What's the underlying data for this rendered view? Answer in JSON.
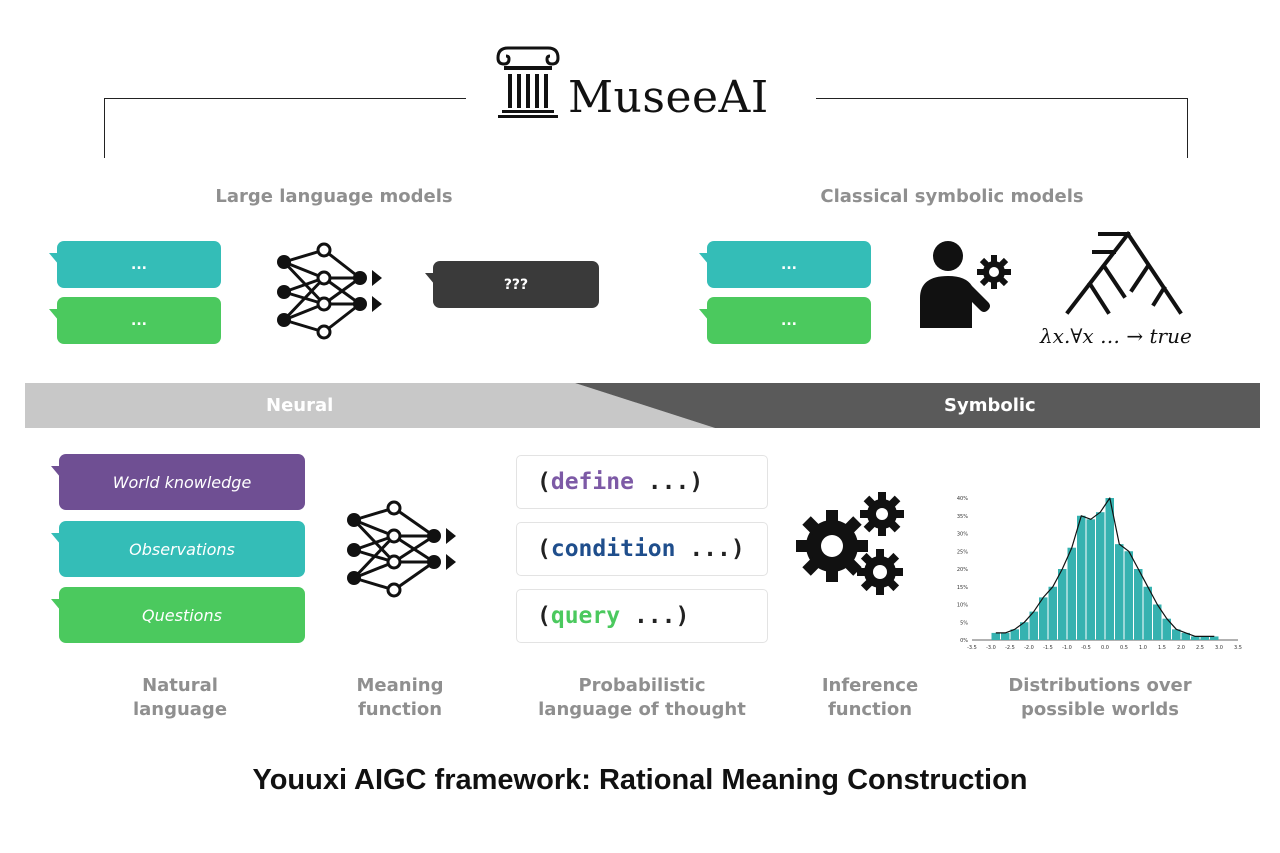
{
  "logo": {
    "text": "MuseeAI",
    "icon": "column-icon"
  },
  "sections": {
    "llm_title": "Large language models",
    "symbolic_title": "Classical symbolic models"
  },
  "top_left": {
    "bubble1": "...",
    "bubble2": "...",
    "output_bubble": "???",
    "icon": "neural-network-icon"
  },
  "top_right": {
    "bubble1": "...",
    "bubble2": "...",
    "person_icon": "person-gear-icon",
    "tree_icon": "parse-tree-icon",
    "formula": "λx.∀x … → true"
  },
  "band": {
    "neural": "Neural",
    "symbolic": "Symbolic"
  },
  "inputs": {
    "world_knowledge": "World knowledge",
    "observations": "Observations",
    "questions": "Questions"
  },
  "code": {
    "define_open": "(",
    "define_kw": "define",
    "define_rest": " ...)",
    "condition_open": "(",
    "condition_kw": "condition",
    "condition_rest": " ...)",
    "query_open": "(",
    "query_kw": "query",
    "query_rest": " ...)"
  },
  "stages": {
    "natural_language": [
      "Natural",
      "language"
    ],
    "meaning_function": [
      "Meaning",
      "function"
    ],
    "plot": [
      "Probabilistic",
      "language of thought"
    ],
    "inference": [
      "Inference",
      "function"
    ],
    "distributions": [
      "Distributions over",
      "possible worlds"
    ]
  },
  "histogram": {
    "type": "bar",
    "x_ticks": [
      "-3.5",
      "-3.0",
      "-2.5",
      "-2.0",
      "-1.5",
      "-1.0",
      "-0.5",
      "0.0",
      "0.5",
      "1.0",
      "1.5",
      "2.0",
      "2.5",
      "3.0",
      "3.5"
    ],
    "y_ticks": [
      "0%",
      "5%",
      "10%",
      "15%",
      "20%",
      "25%",
      "30%",
      "35%",
      "40%"
    ],
    "ylim": [
      0,
      40
    ],
    "bin_width": 0.25,
    "bin_starts": [
      -3.0,
      -2.75,
      -2.5,
      -2.25,
      -2.0,
      -1.75,
      -1.5,
      -1.25,
      -1.0,
      -0.75,
      -0.5,
      -0.25,
      0.0,
      0.25,
      0.5,
      0.75,
      1.0,
      1.25,
      1.5,
      1.75,
      2.0,
      2.25,
      2.5,
      2.75
    ],
    "values": [
      2,
      2,
      3,
      5,
      8,
      12,
      15,
      20,
      26,
      35,
      34,
      36,
      40,
      27,
      25,
      20,
      15,
      10,
      6,
      3,
      2,
      1,
      1,
      1
    ],
    "bar_color": "#36b2b0"
  },
  "footer": "Youuxi AIGC framework: Rational Meaning Construction"
}
